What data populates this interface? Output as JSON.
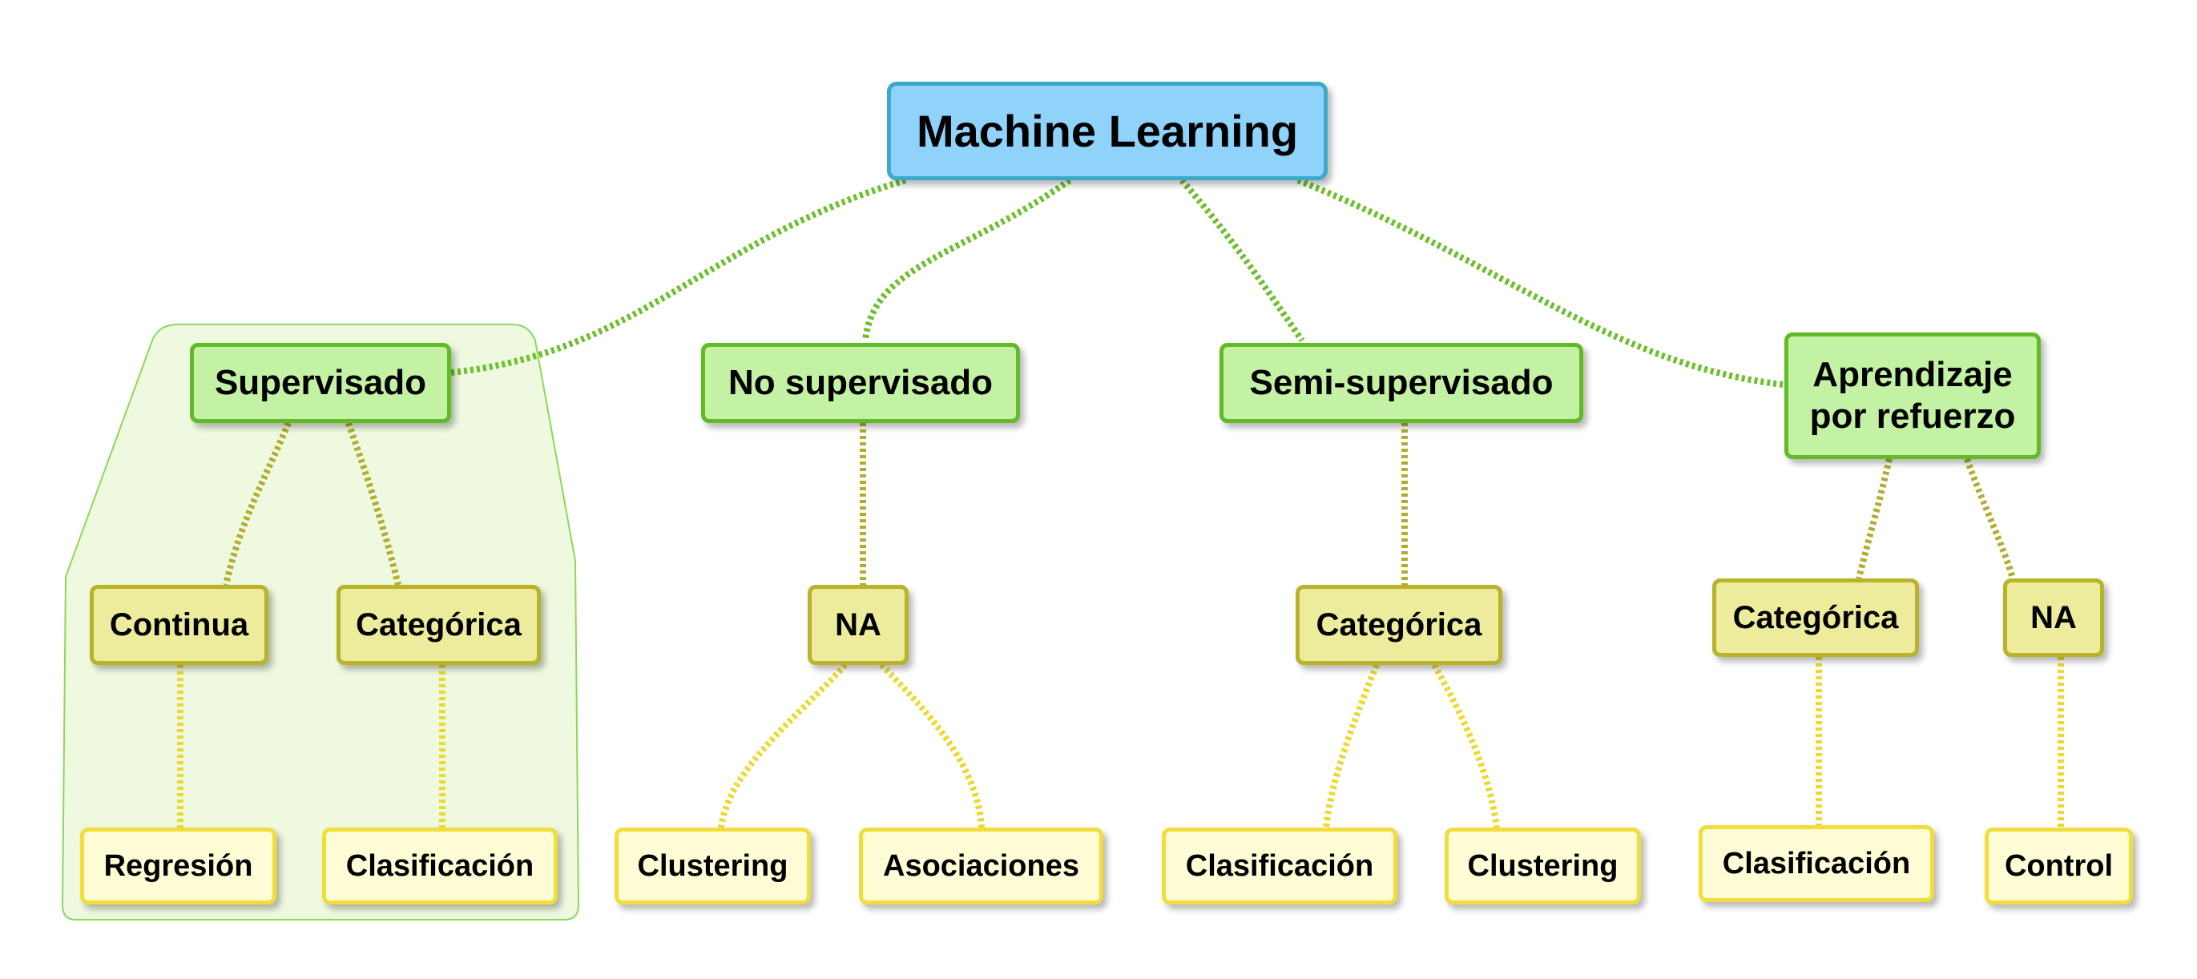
{
  "root": {
    "label": "Machine Learning"
  },
  "categories": [
    {
      "label": "Supervisado",
      "children": [
        {
          "label": "Continua",
          "children": [
            {
              "label": "Regresión"
            }
          ]
        },
        {
          "label": "Categórica",
          "children": [
            {
              "label": "Clasificación"
            }
          ]
        }
      ]
    },
    {
      "label": "No supervisado",
      "children": [
        {
          "label": "NA",
          "children": [
            {
              "label": "Clustering"
            },
            {
              "label": "Asociaciones"
            }
          ]
        }
      ]
    },
    {
      "label": "Semi-supervisado",
      "children": [
        {
          "label": "Categórica",
          "children": [
            {
              "label": "Clasificación"
            },
            {
              "label": "Clustering"
            }
          ]
        }
      ]
    },
    {
      "label": "Aprendizaje\npor refuerzo",
      "children": [
        {
          "label": "Categórica",
          "children": [
            {
              "label": "Clasificación"
            }
          ]
        },
        {
          "label": "NA",
          "children": [
            {
              "label": "Control"
            }
          ]
        }
      ]
    }
  ],
  "colors": {
    "root_fill": "#8fd3fb",
    "root_border": "#3aaac8",
    "level1_fill": "#c4f2a4",
    "level1_border": "#62bb26",
    "level2_fill": "#ecec9c",
    "level2_border": "#b9b32a",
    "level3_fill": "#fffcd6",
    "level3_border": "#f1de3c",
    "connector_root": "#6cc02c",
    "connector_mid": "#b2ad2c",
    "connector_leaf": "#ecd92e",
    "highlight_fill": "#eef9e0",
    "highlight_border": "#8fd65a"
  }
}
